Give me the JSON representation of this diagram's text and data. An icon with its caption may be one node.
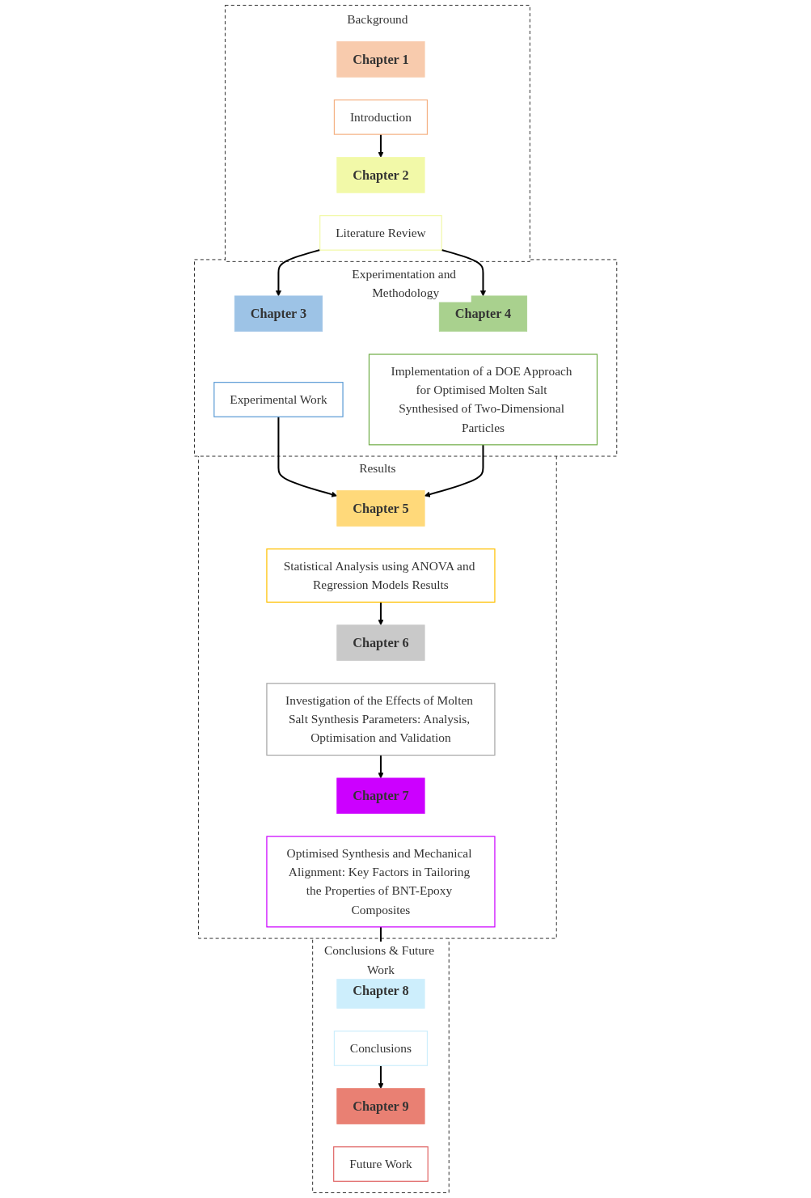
{
  "diagram": {
    "nodes": [
      {
        "text": [
          "Background"
        ]
      },
      {
        "text": [
          "Chapter 1"
        ],
        "in": 0
      },
      {
        "text": [
          "Introduction"
        ],
        "in": 0
      },
      {
        "text": [
          "Chapter 2"
        ],
        "in": 0
      },
      {
        "text": [
          "Literature Review"
        ],
        "in": 0
      },
      {
        "text": [
          "Experimentation and Methodology"
        ]
      },
      {
        "text": [
          "Chapter 3"
        ],
        "in": 5
      },
      {
        "text": [
          "Experimental Work"
        ],
        "in": 5
      },
      {
        "text": [
          "Chapter 4"
        ],
        "in": 5
      },
      {
        "text": [
          "Implementation of a DOE Approach for Optimised Molten Salt Synthesised of Two-Dimensional Particles"
        ],
        "in": 5
      },
      {
        "text": [
          "Results"
        ]
      },
      {
        "text": [
          "Chapter 5"
        ],
        "in": 10
      },
      {
        "text": [
          "Statistical Analysis using ANOVA and Regression Models Results"
        ],
        "in": 10
      },
      {
        "text": [
          "Chapter 6"
        ],
        "in": 10
      },
      {
        "text": [
          "Investigation of the Effects of Molten Salt Synthesis Parameters: Analysis, Optimisation and Validation"
        ],
        "in": 10
      },
      {
        "text": [
          "Chapter 7"
        ],
        "in": 10
      },
      {
        "text": [
          "Optimised Synthesis and Mechanical Alignment: Key Factors in Tailoring the Properties of BNT-Epoxy Composites"
        ],
        "in": 10
      },
      {
        "text": [
          "Conclusions & Future Work"
        ]
      },
      {
        "text": [
          "Chapter 8"
        ],
        "in": 17
      },
      {
        "text": [
          "Conclusions"
        ],
        "in": 17
      },
      {
        "text": [
          "Chapter 9"
        ],
        "in": 17
      },
      {
        "text": [
          "Future Work"
        ],
        "in": 17
      }
    ],
    "edges": [
      {
        "from": 2,
        "to": 3,
        "arrow": "to"
      },
      {
        "from": 4,
        "to": 6,
        "arrow": "to"
      },
      {
        "from": 4,
        "to": 8,
        "arrow": "to"
      },
      {
        "from": 7,
        "to": 11,
        "arrow": "to"
      },
      {
        "from": 9,
        "to": 11,
        "arrow": "to"
      },
      {
        "from": 12,
        "to": 13,
        "arrow": "to"
      },
      {
        "from": 14,
        "to": 15,
        "arrow": "to"
      },
      {
        "from": 16,
        "to": 18,
        "arrow": "to"
      },
      {
        "from": 19,
        "to": 20,
        "arrow": "to"
      }
    ]
  }
}
